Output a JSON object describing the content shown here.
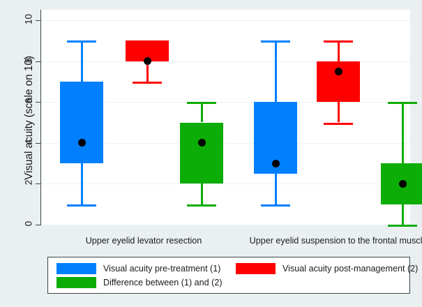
{
  "chart_data": {
    "type": "bar",
    "chart_subtype": "box-plot",
    "title": "",
    "xlabel": "",
    "ylabel": "Visual acuity (scale on 10)",
    "ylim": [
      0,
      10
    ],
    "yticks": [
      0,
      2,
      4,
      6,
      8,
      10
    ],
    "ytick_labels": [
      "0",
      "2",
      "4",
      "6",
      "8",
      "10"
    ],
    "grid": true,
    "legend_position": "bottom",
    "categories": [
      "Upper eyelid levator resection",
      "Upper eyelid suspension to the frontal muscle"
    ],
    "series": [
      {
        "name": "Visual acuity pre-treatment (1)",
        "color": "#0080ff",
        "boxes": [
          {
            "category": "Upper eyelid levator resection",
            "whisker_low": 1,
            "q1": 3,
            "median": 4,
            "q3": 7,
            "whisker_high": 9
          },
          {
            "category": "Upper eyelid suspension to the frontal muscle",
            "whisker_low": 1,
            "q1": 2.5,
            "median": 3,
            "q3": 6,
            "whisker_high": 9
          }
        ]
      },
      {
        "name": "Visual acuity post-management (2)",
        "color": "#fe0000",
        "boxes": [
          {
            "category": "Upper eyelid levator resection",
            "whisker_low": 7,
            "q1": 8,
            "median": 8,
            "q3": 9,
            "whisker_high": 9
          },
          {
            "category": "Upper eyelid suspension to the frontal muscle",
            "whisker_low": 5,
            "q1": 6,
            "median": 7.5,
            "q3": 8,
            "whisker_high": 9
          }
        ]
      },
      {
        "name": "Difference between (1) and (2)",
        "color": "#0dad07",
        "boxes": [
          {
            "category": "Upper eyelid levator resection",
            "whisker_low": 1,
            "q1": 2,
            "median": 4,
            "q3": 5,
            "whisker_high": 6
          },
          {
            "category": "Upper eyelid suspension to the frontal muscle",
            "whisker_low": 0,
            "q1": 1,
            "median": 2,
            "q3": 3,
            "whisker_high": 6
          }
        ]
      }
    ]
  },
  "axis": {
    "y_title": "Visual acuity (scale on 10)",
    "y_ticks": [
      "10",
      "8",
      "6",
      "4",
      "2",
      "0"
    ],
    "x_groups": [
      "Upper eyelid levator resection",
      "Upper eyelid suspension to the frontal muscle"
    ]
  },
  "legend": {
    "items": [
      {
        "label": "Visual acuity pre-treatment (1)",
        "color": "#0080ff"
      },
      {
        "label": "Visual acuity post-management (2)",
        "color": "#fe0000"
      },
      {
        "label": "Difference between (1) and (2)",
        "color": "#0dad07"
      }
    ]
  },
  "colors": {
    "background": "#eaf0f2",
    "plot_background": "#ffffff",
    "axis": "#3b4548",
    "gridline": "#edf3f3",
    "median_marker": "#000000"
  }
}
